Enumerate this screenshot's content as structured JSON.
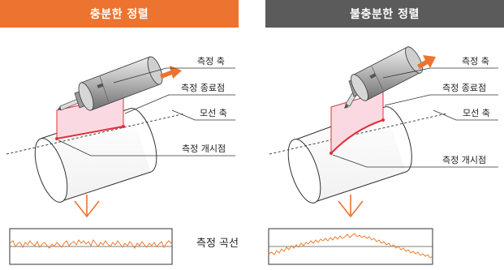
{
  "left_panel": {
    "title": "충분한 정렬",
    "labels": {
      "measure_axis": "측정 축",
      "measure_end": "측정 종료점",
      "generatrix_axis": "모선 축",
      "measure_start": "측정 개시점"
    },
    "header_color": "#ec7330"
  },
  "right_panel": {
    "title": "불충분한 정렬",
    "labels": {
      "measure_axis": "측정 축",
      "measure_end": "측정 종료점",
      "generatrix_axis": "모선 축",
      "measure_start": "측정 개시점"
    },
    "header_color": "#5b5b5b"
  },
  "center_label": "측정 곡선",
  "colors": {
    "accent_orange": "#ec7330",
    "measure_red": "#e0303a",
    "measure_fill": "#fbd9e2",
    "curve_orange": "#ee7b2a"
  }
}
